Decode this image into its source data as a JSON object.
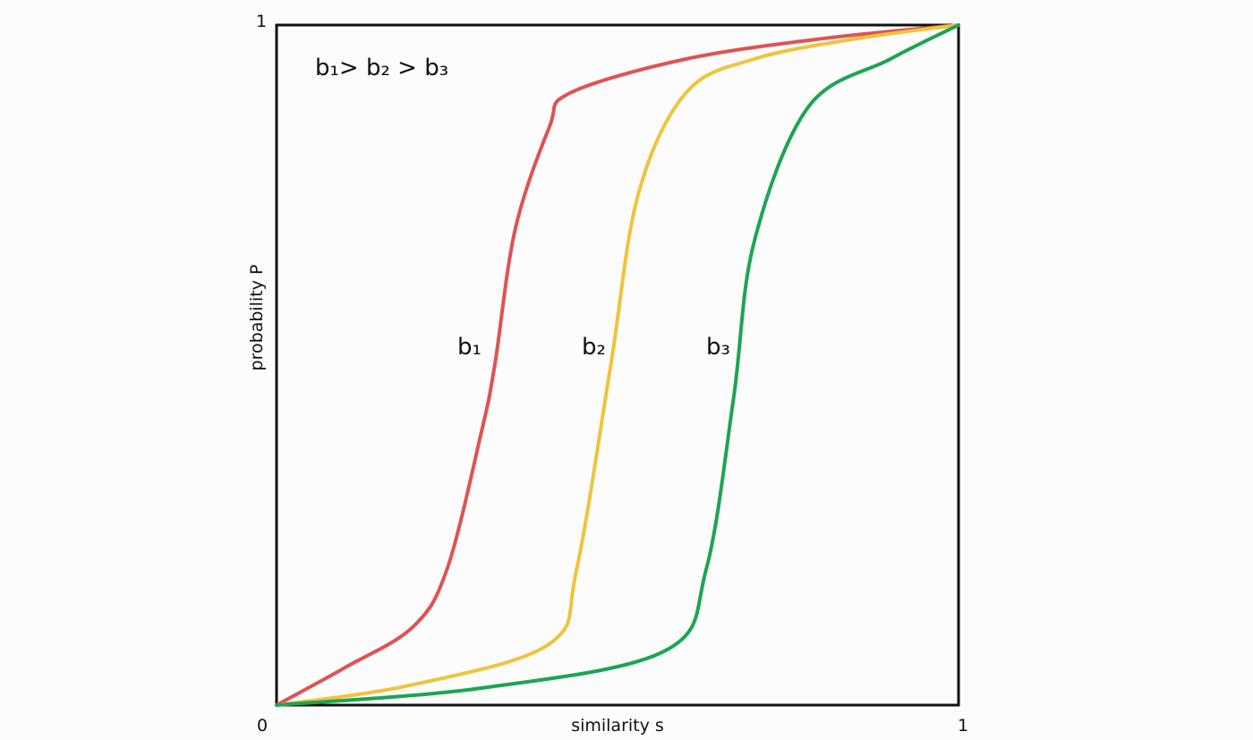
{
  "chart_data": {
    "type": "line",
    "title": "",
    "annotation": "b₁> b₂ > b₃",
    "xlabel": "similarity s",
    "ylabel": "probability P",
    "xlim": [
      0,
      1
    ],
    "ylim": [
      0,
      1
    ],
    "x_ticks": [
      "0",
      "1"
    ],
    "y_ticks": [
      "1"
    ],
    "grid": false,
    "series": [
      {
        "name": "b₁",
        "color": "#e05252",
        "points": [
          [
            0,
            0
          ],
          [
            0.1,
            0.055
          ],
          [
            0.2,
            0.115
          ],
          [
            0.25,
            0.2
          ],
          [
            0.3,
            0.4
          ],
          [
            0.32,
            0.5
          ],
          [
            0.35,
            0.7
          ],
          [
            0.4,
            0.85
          ],
          [
            0.43,
            0.9
          ],
          [
            0.6,
            0.95
          ],
          [
            0.8,
            0.98
          ],
          [
            1,
            1
          ]
        ]
      },
      {
        "name": "b₂",
        "color": "#efc43c",
        "points": [
          [
            0,
            0
          ],
          [
            0.2,
            0.03
          ],
          [
            0.4,
            0.09
          ],
          [
            0.44,
            0.2
          ],
          [
            0.49,
            0.5
          ],
          [
            0.53,
            0.75
          ],
          [
            0.6,
            0.9
          ],
          [
            0.7,
            0.95
          ],
          [
            0.85,
            0.98
          ],
          [
            1,
            1
          ]
        ]
      },
      {
        "name": "b₃",
        "color": "#1ea453",
        "points": [
          [
            0,
            0
          ],
          [
            0.3,
            0.025
          ],
          [
            0.57,
            0.08
          ],
          [
            0.63,
            0.2
          ],
          [
            0.67,
            0.45
          ],
          [
            0.7,
            0.68
          ],
          [
            0.78,
            0.88
          ],
          [
            0.9,
            0.95
          ],
          [
            1,
            1
          ]
        ]
      }
    ]
  }
}
